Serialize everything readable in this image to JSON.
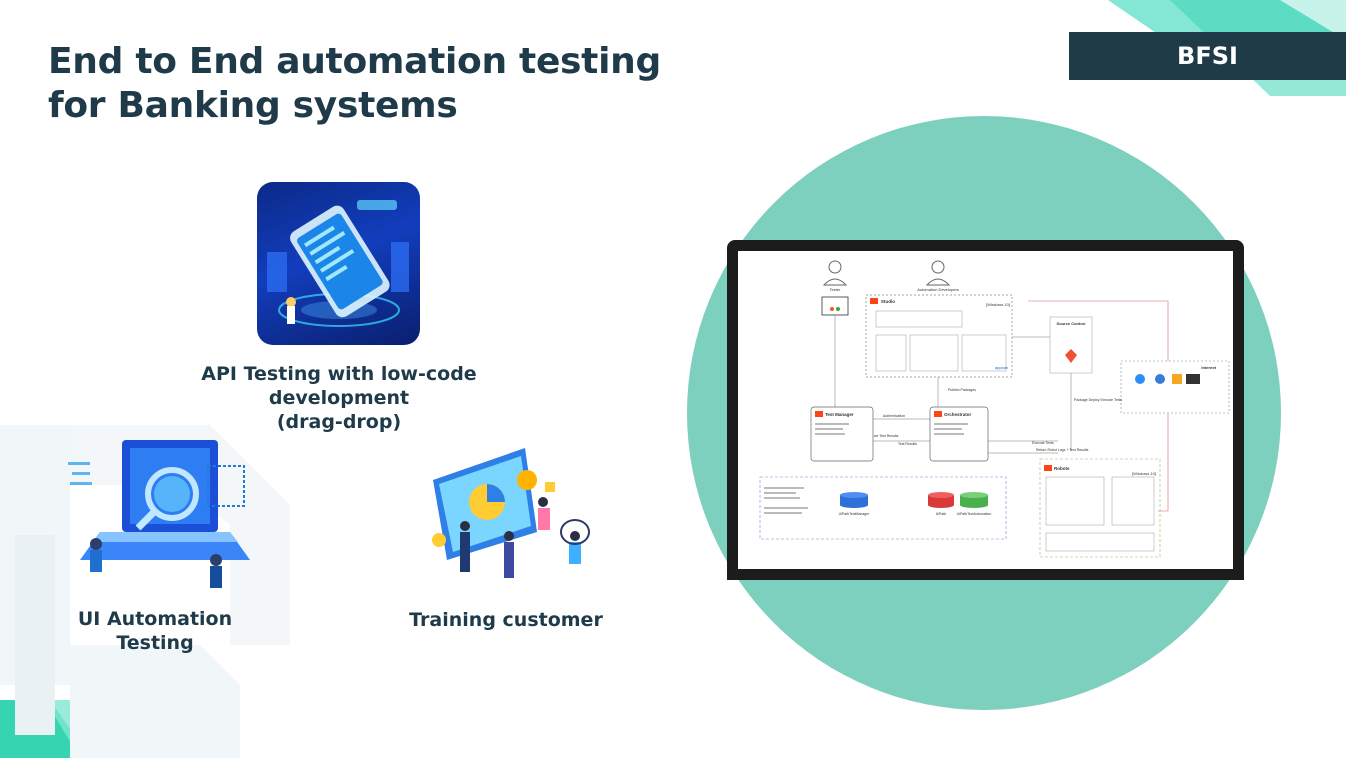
{
  "slide": {
    "title_line1": "End to End automation testing",
    "title_line2": "for Banking systems",
    "tag": "BFSI"
  },
  "features": [
    {
      "label_line1": "API Testing with low-code development",
      "label_line2": "(drag-drop)"
    },
    {
      "label": "UI Automation Testing"
    },
    {
      "label": "Training customer"
    }
  ],
  "diagram": {
    "tester": "Tester",
    "developers": "Automation Developers",
    "studio": "Studio",
    "studio_os": "[Windows 10]",
    "source_control": "Source Control",
    "test_manager": "Test Manager",
    "orchestrator": "Orchestrator",
    "robots": "Robots",
    "robots_os": "[Windows 10]",
    "internet": "Internet",
    "db_test_manager": "UiPathTestManager",
    "db_uipath": "UiPath",
    "db_test_automation": "UiPathTestAutomation",
    "publish_packages": "Publish Packages",
    "package_deploy": "Package Deploy Execute Tests",
    "execute_tests": "Execute Tests",
    "return_logs": "Return Robot Logs + Test Results",
    "live_results": "Live Test Results",
    "test_results": "Test Results",
    "authentication": "Authentication",
    "appium": "appium"
  },
  "colors": {
    "accent_teal": "#7dcfbe",
    "dark": "#1f3b47",
    "brand_orange": "#fa4616"
  }
}
